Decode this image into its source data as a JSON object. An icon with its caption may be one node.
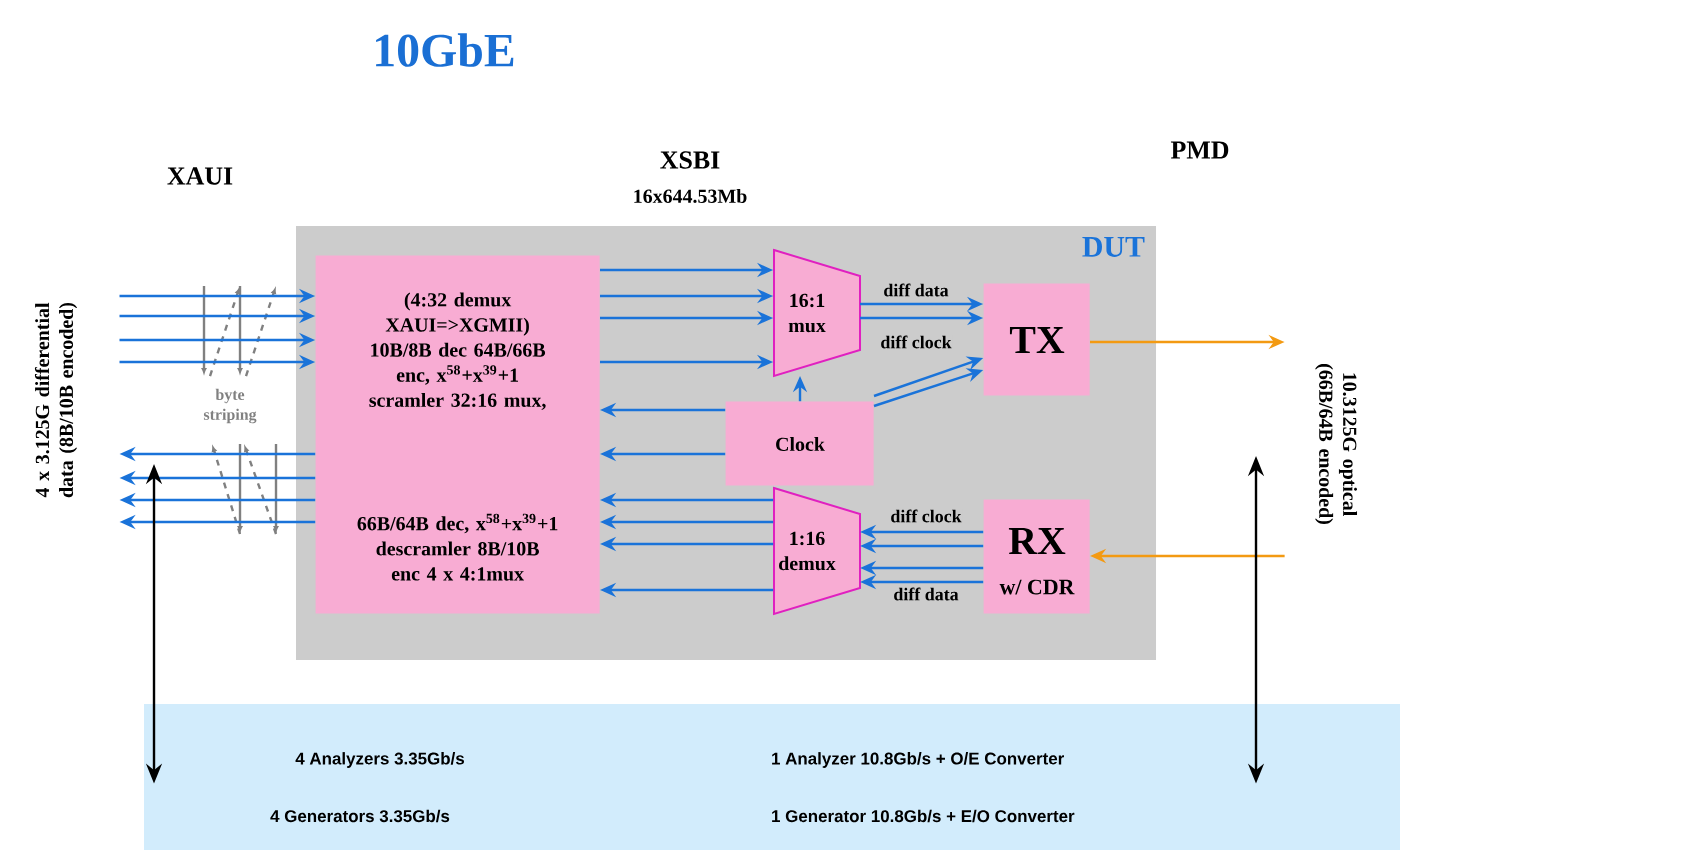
{
  "diagram": {
    "title": "10GbE",
    "nodes": [
      {
        "text": [
          "DUT"
        ]
      },
      {
        "text": [
          "(4:32 demux XAUI=>XGMII) 10B/8B dec 64B/66B enc, x$^{58}$+x$^{39}$+1 scramler 32:16 mux,",
          "66B/64B dec, x$^{58}$+x$^{39}$+1 descramler 8B/10B enc 4 x 4:1mux"
        ],
        "in": 0
      },
      {
        "text": [
          "16:1 mux"
        ],
        "in": 0
      },
      {
        "text": [
          "Clock"
        ],
        "in": 0
      },
      {
        "text": [
          "1:16 demux"
        ],
        "in": 0
      },
      {
        "text": [
          "TX"
        ],
        "in": 0
      },
      {
        "text": [
          "RX",
          "w/ CDR"
        ],
        "in": 0
      },
      {
        "text": [
          "4 Analyzers 3.35Gb/s",
          "1 Analyzer 10.8Gb/s + O/E Converter",
          "4 Generators 3.35Gb/s",
          "1 Generator 10.8Gb/s + E/O Converter"
        ]
      },
      {
        "text": [
          "4 x 3.125G differential data (8B/10B encoded)"
        ]
      },
      {
        "text": [
          "10.3125G optical (66B/64B encoded)"
        ]
      }
    ],
    "edges": [
      {
        "from": 8,
        "to": 1,
        "arrow": "to"
      },
      {
        "from": 8,
        "to": 1,
        "arrow": "to"
      },
      {
        "from": 8,
        "to": 1,
        "arrow": "to"
      },
      {
        "from": 8,
        "to": 1,
        "arrow": "to"
      },
      {
        "from": 1,
        "to": 8,
        "arrow": "to"
      },
      {
        "from": 1,
        "to": 8,
        "arrow": "to"
      },
      {
        "from": 1,
        "to": 8,
        "arrow": "to"
      },
      {
        "from": 1,
        "to": 8,
        "arrow": "to"
      },
      {
        "from": 1,
        "to": 2,
        "arrow": "to"
      },
      {
        "from": 1,
        "to": 2,
        "arrow": "to"
      },
      {
        "from": 1,
        "to": 2,
        "arrow": "to"
      },
      {
        "from": 1,
        "to": 2,
        "arrow": "to"
      },
      {
        "from": 2,
        "to": 5,
        "arrow": "to",
        "label": "diff data"
      },
      {
        "from": 2,
        "to": 5,
        "arrow": "to"
      },
      {
        "from": 3,
        "to": 2,
        "arrow": "to"
      },
      {
        "from": 3,
        "to": 5,
        "arrow": "to",
        "label": "diff clock"
      },
      {
        "from": 3,
        "to": 5,
        "arrow": "to"
      },
      {
        "from": 3,
        "to": 1,
        "arrow": "to"
      },
      {
        "from": 3,
        "to": 1,
        "arrow": "to"
      },
      {
        "from": 6,
        "to": 4,
        "arrow": "to",
        "label": "diff clock"
      },
      {
        "from": 6,
        "to": 4,
        "arrow": "to"
      },
      {
        "from": 6,
        "to": 4,
        "arrow": "to"
      },
      {
        "from": 6,
        "to": 4,
        "arrow": "to",
        "label": "diff data"
      },
      {
        "from": 4,
        "to": 1,
        "arrow": "to"
      },
      {
        "from": 4,
        "to": 1,
        "arrow": "to"
      },
      {
        "from": 4,
        "to": 1,
        "arrow": "to"
      },
      {
        "from": 4,
        "to": 1,
        "arrow": "to"
      },
      {
        "from": 5,
        "to": 9,
        "arrow": "to",
        "color": "#f39a12"
      },
      {
        "from": 9,
        "to": 6,
        "arrow": "to",
        "color": "#f39a12"
      },
      {
        "from": null,
        "to": 7,
        "arrow": "both",
        "color": "#000000"
      },
      {
        "from": null,
        "to": 7,
        "arrow": "both",
        "color": "#000000"
      }
    ],
    "labels": [
      "XAUI",
      "XSBI",
      "16x644.53Mb",
      "PMD",
      "byte striping"
    ]
  }
}
